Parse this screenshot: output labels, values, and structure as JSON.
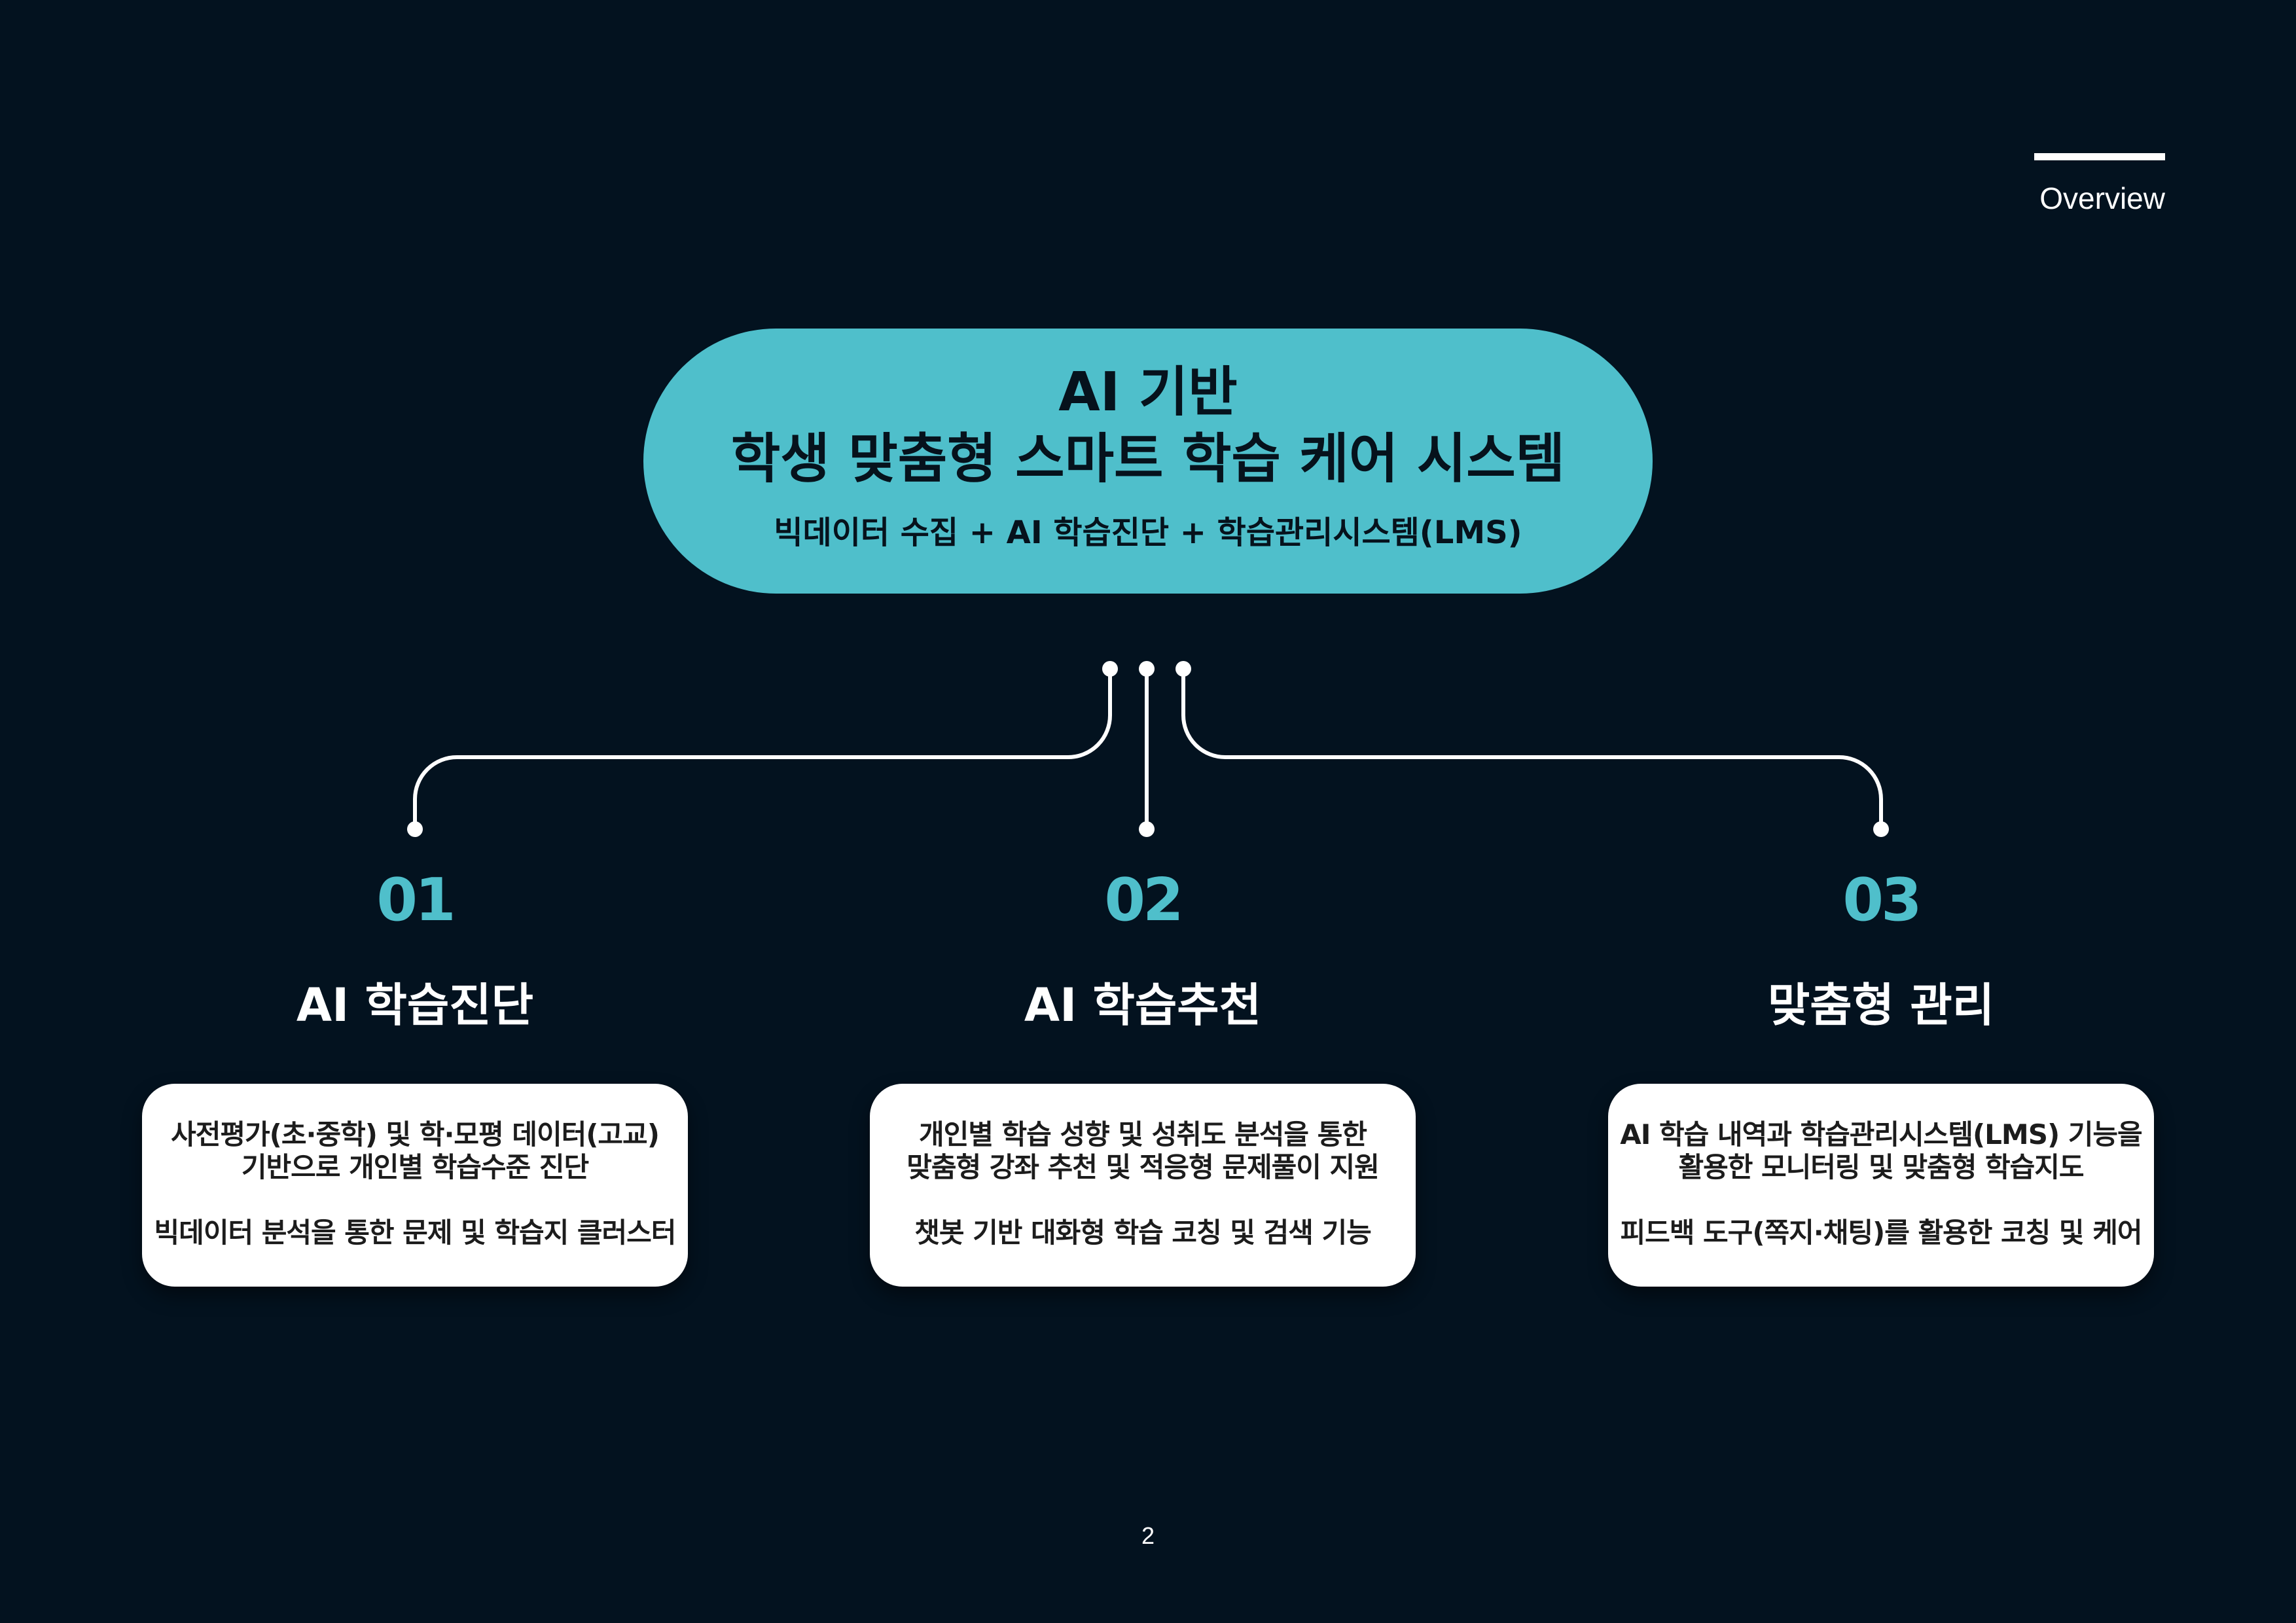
{
  "header": {
    "section_label": "Overview"
  },
  "hero": {
    "line1": "AI 기반",
    "line2": "학생 맞춤형 스마트 학습 케어 시스템",
    "subtitle": "빅데이터 수집 + AI 학습진단 + 학습관리시스템(LMS)"
  },
  "columns": [
    {
      "number": "01",
      "title": "AI 학습진단",
      "lines": [
        "사전평가(초·중학) 및 학·모평 데이터(고교)",
        "기반으로 개인별 학습수준 진단",
        "빅데이터 분석을 통한 문제 및 학습지 클러스터"
      ]
    },
    {
      "number": "02",
      "title": "AI 학습추천",
      "lines": [
        "개인별 학습 성향 및 성취도 분석을 통한",
        "맞춤형 강좌 추천 및 적응형 문제풀이 지원",
        "챗봇 기반 대화형 학습 코칭 및 검색 기능"
      ]
    },
    {
      "number": "03",
      "title": "맞춤형 관리",
      "lines": [
        "AI 학습 내역과 학습관리시스템(LMS) 기능을",
        "활용한 모니터링 및 맞춤형 학습지도",
        "피드백 도구(쪽지·채팅)를 활용한 코칭 및 케어"
      ]
    }
  ],
  "footer": {
    "page_number": "2"
  },
  "colors": {
    "background": "#03121f",
    "accent": "#4fbfcb",
    "card": "#ffffff"
  }
}
